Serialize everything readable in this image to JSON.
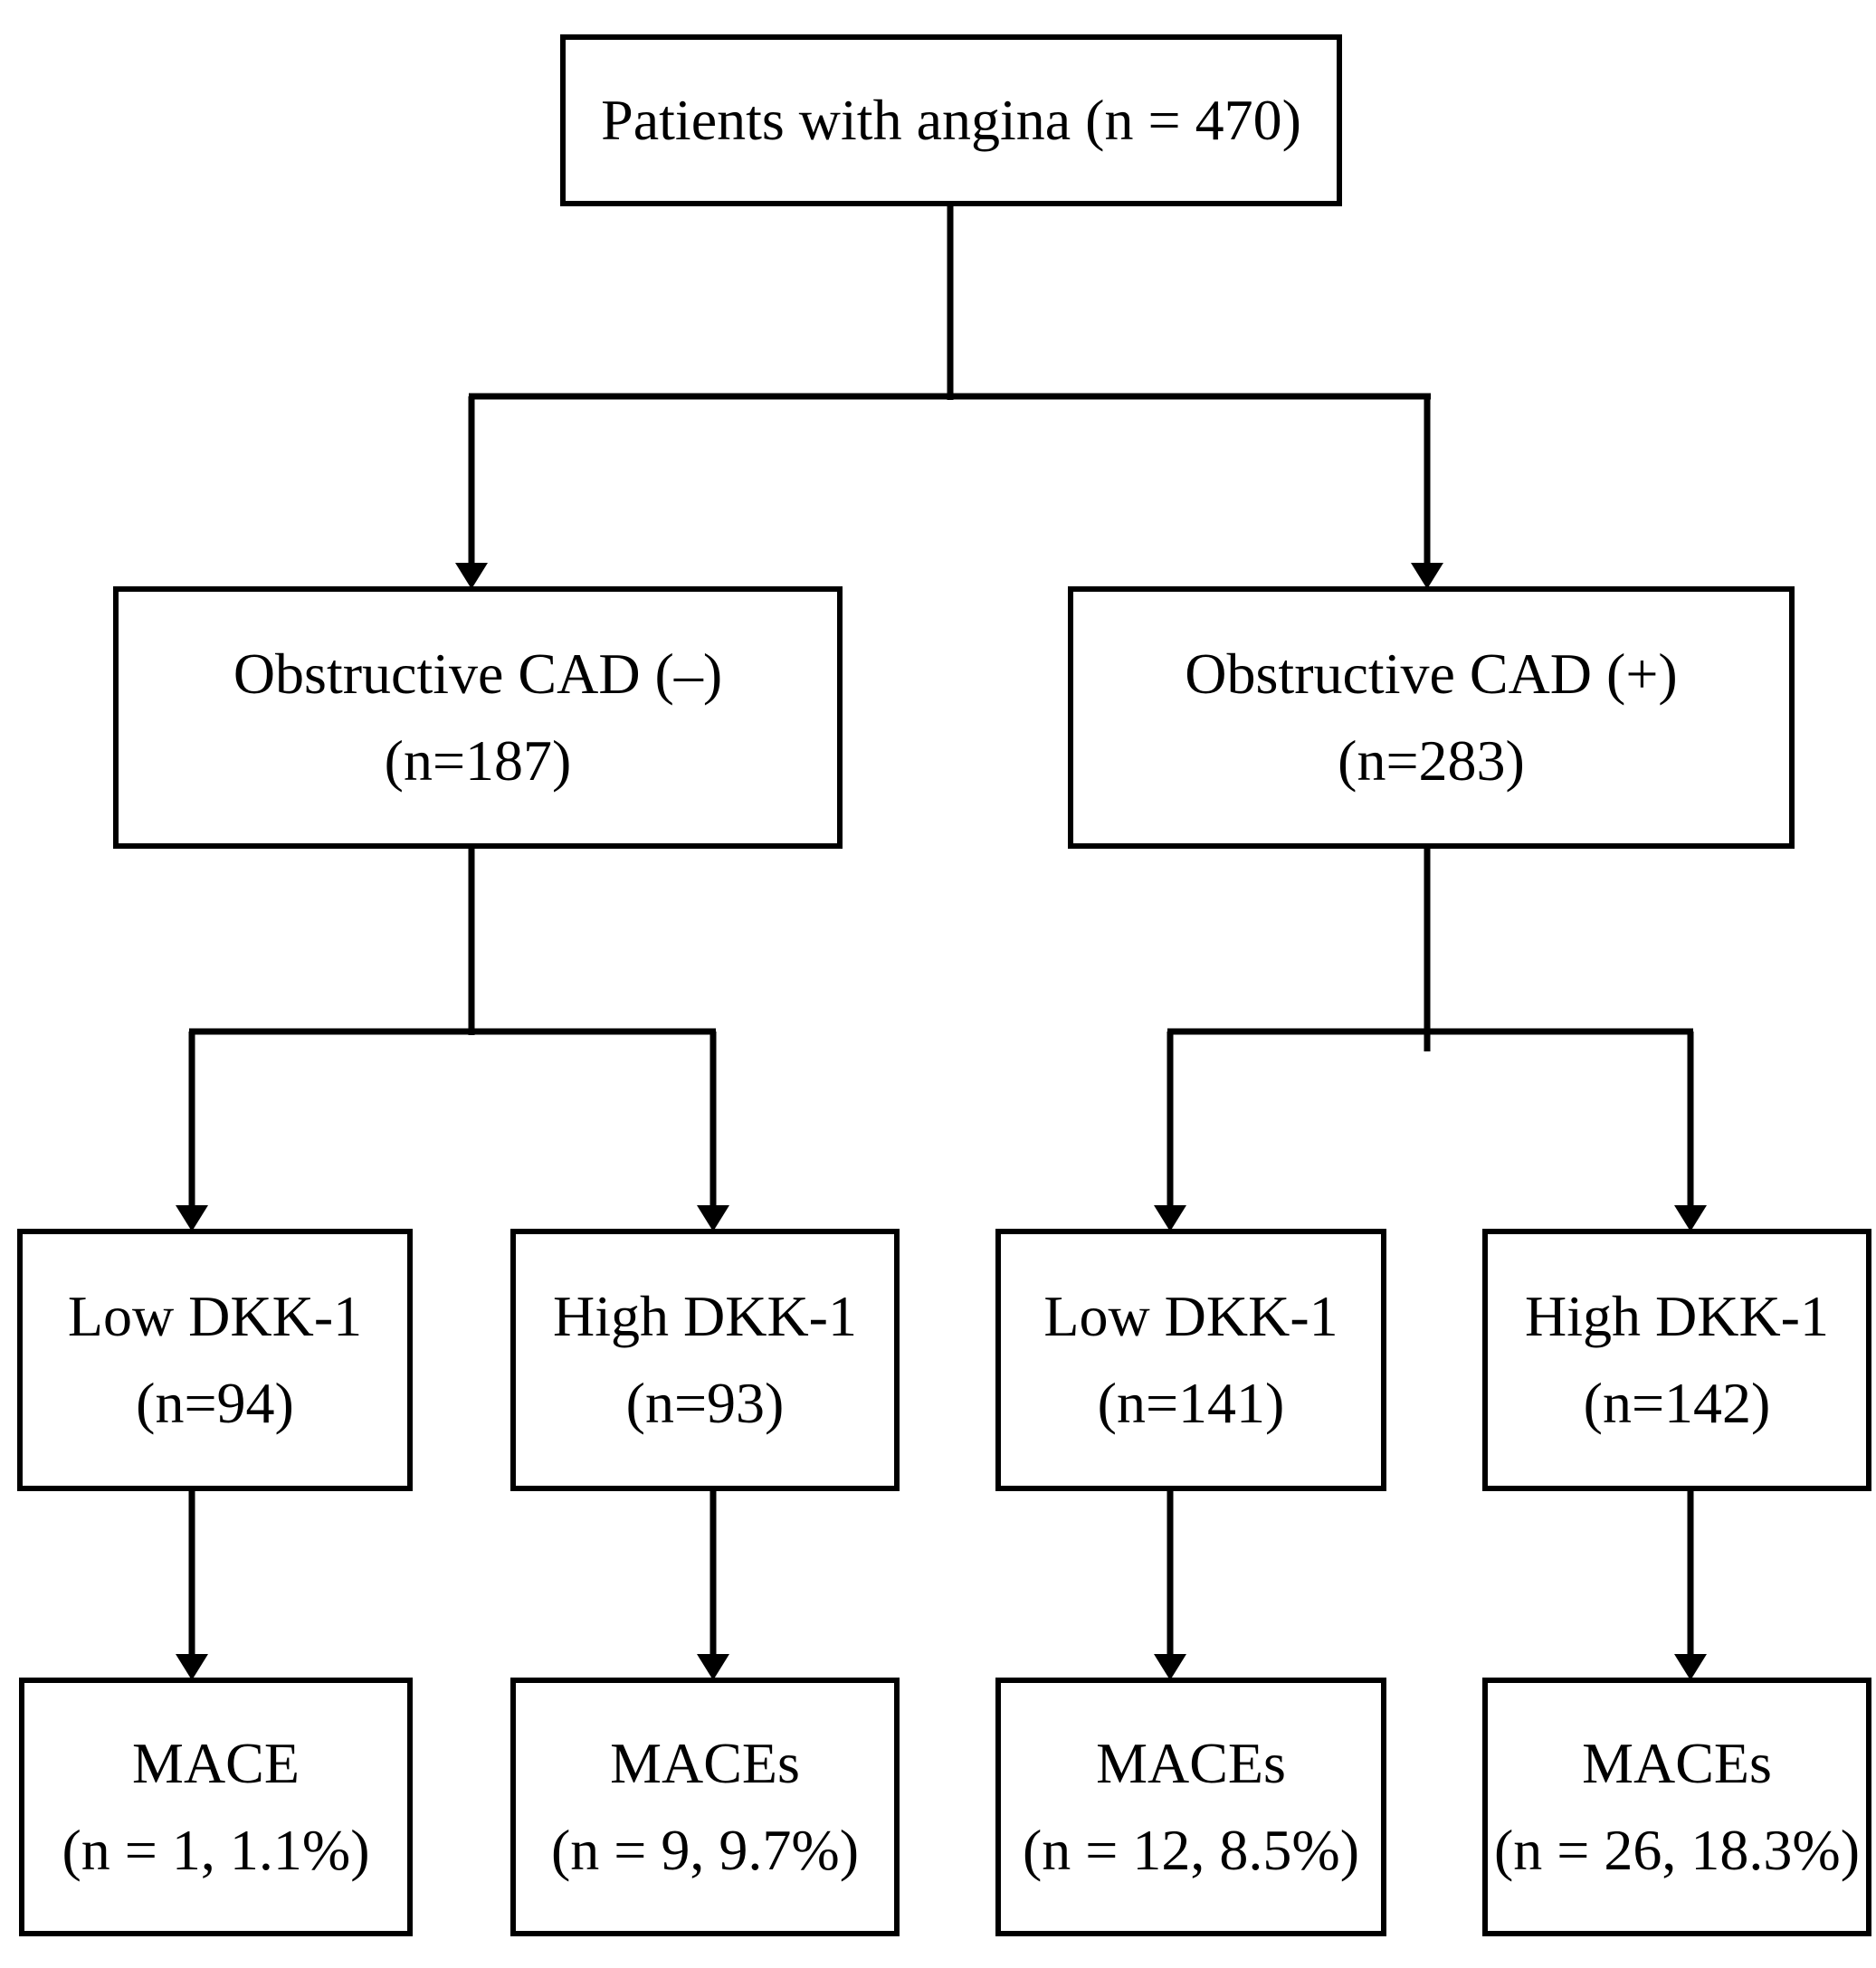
{
  "diagram": {
    "type": "flowchart",
    "background_color": "#ffffff",
    "line_color": "#000000",
    "text_color": "#000000",
    "nodes": {
      "root": {
        "line1": "Patients with angina (n = 470)"
      },
      "cad_negative": {
        "line1": "Obstructive CAD (–)",
        "line2": "(n=187)"
      },
      "cad_positive": {
        "line1": "Obstructive CAD (+)",
        "line2": "(n=283)"
      },
      "low_dkk1_neg": {
        "line1": "Low DKK-1",
        "line2": "(n=94)"
      },
      "high_dkk1_neg": {
        "line1": "High DKK-1",
        "line2": "(n=93)"
      },
      "low_dkk1_pos": {
        "line1": "Low DKK-1",
        "line2": "(n=141)"
      },
      "high_dkk1_pos": {
        "line1": "High DKK-1",
        "line2": "(n=142)"
      },
      "mace_low_neg": {
        "line1": "MACE",
        "line2": "(n = 1, 1.1%)"
      },
      "mace_high_neg": {
        "line1": "MACEs",
        "line2": "(n = 9, 9.7%)"
      },
      "mace_low_pos": {
        "line1": "MACEs",
        "line2": "(n = 12, 8.5%)"
      },
      "mace_high_pos": {
        "line1": "MACEs",
        "line2": "(n = 26, 18.3%)"
      }
    }
  }
}
